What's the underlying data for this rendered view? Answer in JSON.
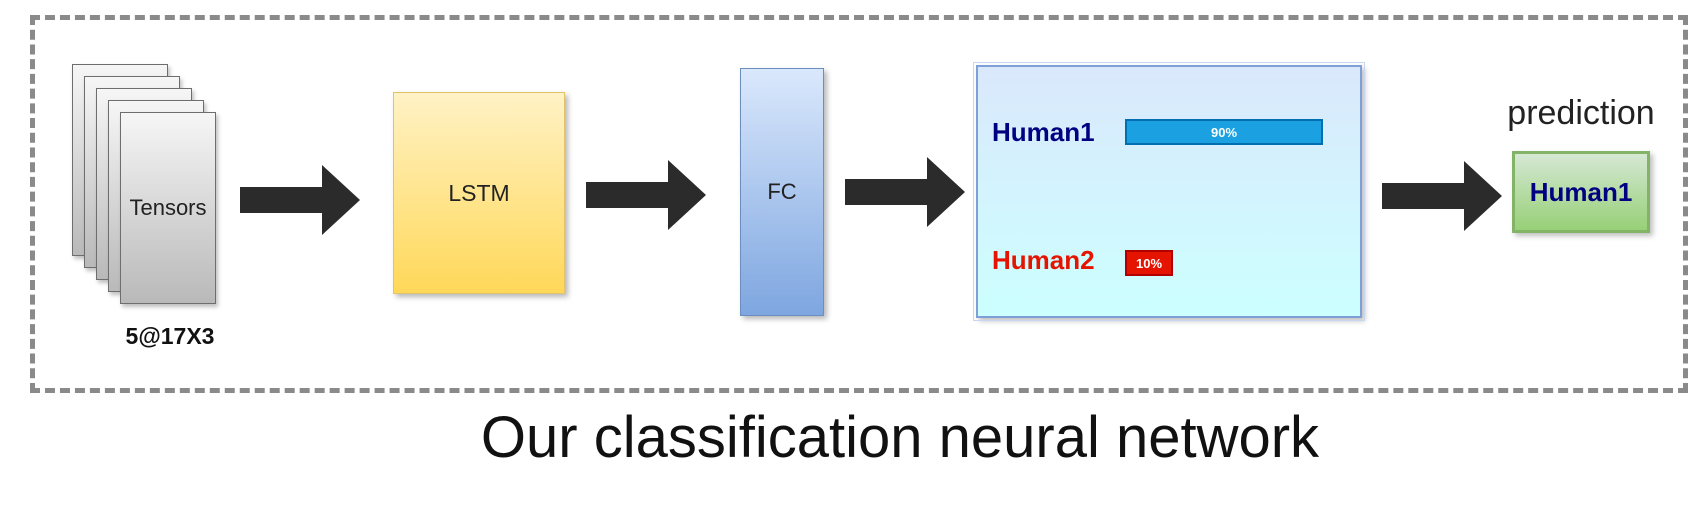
{
  "input": {
    "label": "Tensors",
    "dims": "5@17X3",
    "layers": 5
  },
  "lstm": {
    "label": "LSTM"
  },
  "fc": {
    "label": "FC"
  },
  "output_classes": [
    {
      "name": "Human1",
      "percent_label": "90%",
      "value": 0.9,
      "name_color": "#000080",
      "bar_color": "#1ba1e2"
    },
    {
      "name": "Human2",
      "percent_label": "10%",
      "value": 0.1,
      "name_color": "#e51400",
      "bar_color": "#e51400"
    }
  ],
  "prediction": {
    "title": "prediction",
    "value": "Human1"
  },
  "caption": "Our classification neural network",
  "colors": {
    "frame_dash": "#8a8a8a",
    "arrow": "#2b2b2b",
    "lstm_fill": "#ffd859",
    "fc_fill": "#7ea6e0",
    "softmax_fill": "#ccffff",
    "prediction_fill": "#97d077"
  }
}
